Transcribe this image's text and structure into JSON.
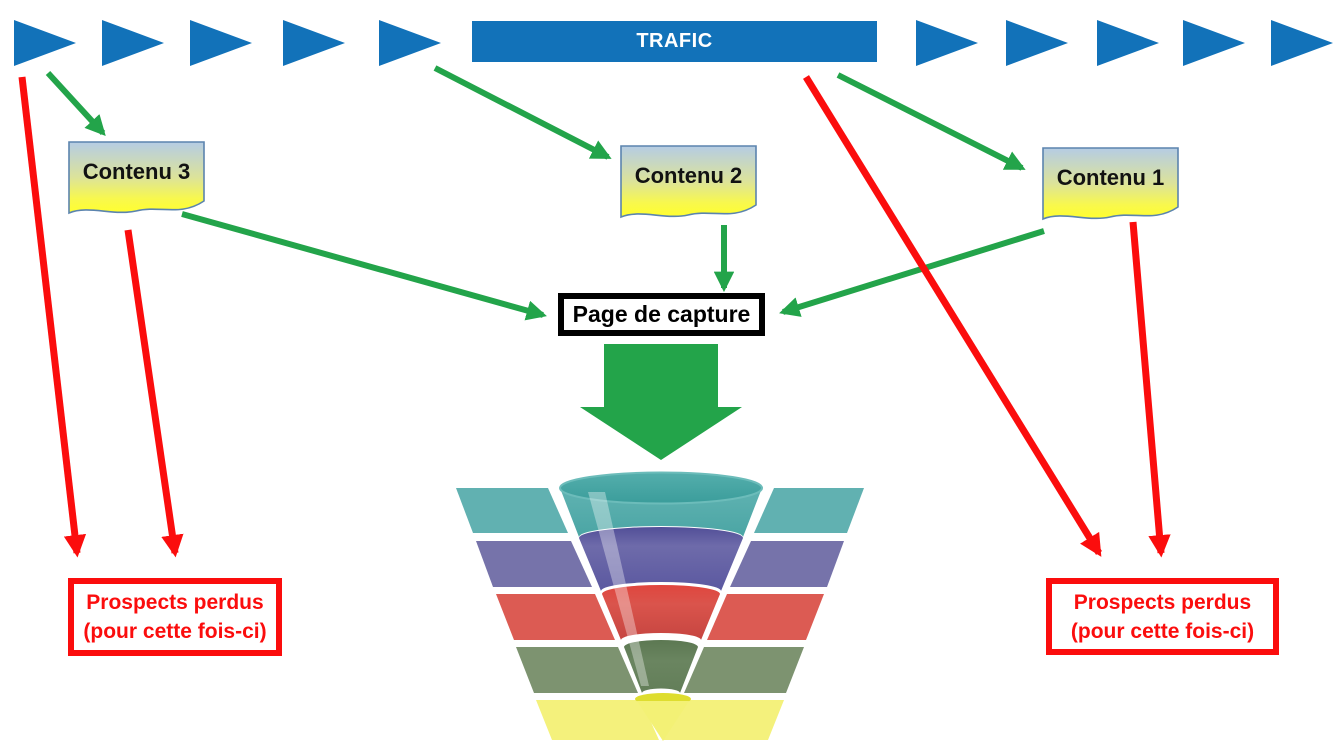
{
  "colors": {
    "blue": "#1272B9",
    "green": "#23A44A",
    "red": "#FB0D0D",
    "note_border": "#5B84AE",
    "funnel_teal": "#61B1B1",
    "funnel_purple": "#7673AA",
    "funnel_red": "#DC5B53",
    "funnel_green": "#7D9370",
    "funnel_yellow": "#F4F17C"
  },
  "flow": {
    "banner_label": "TRAFIC",
    "triangle_count_left": 5,
    "triangle_count_right": 5
  },
  "notes": [
    {
      "label": "Contenu 3"
    },
    {
      "label": "Contenu 2"
    },
    {
      "label": "Contenu 1"
    }
  ],
  "capture": {
    "label": "Page de capture"
  },
  "prospects_left": {
    "line1": "Prospects perdus",
    "line2": "(pour cette fois-ci)"
  },
  "prospects_right": {
    "line1": "Prospects perdus",
    "line2": "(pour cette fois-ci)"
  },
  "funnel": {
    "layer_colors": [
      "#61B1B1",
      "#7673AA",
      "#DC5B53",
      "#7D9370",
      "#F4F17C"
    ]
  }
}
